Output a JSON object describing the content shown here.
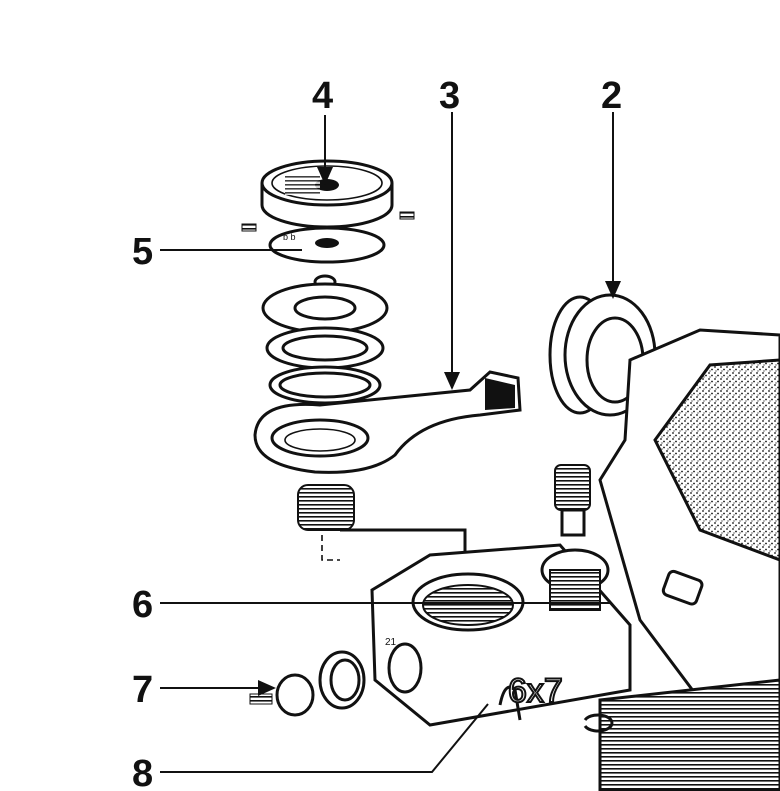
{
  "diagram": {
    "callouts": [
      {
        "id": "4",
        "label": "4"
      },
      {
        "id": "3",
        "label": "3"
      },
      {
        "id": "2",
        "label": "2"
      },
      {
        "id": "5",
        "label": "5"
      },
      {
        "id": "6",
        "label": "6"
      },
      {
        "id": "7",
        "label": "7"
      },
      {
        "id": "8",
        "label": "8"
      }
    ],
    "housing_marking": "6x7",
    "small_marking": "21"
  }
}
